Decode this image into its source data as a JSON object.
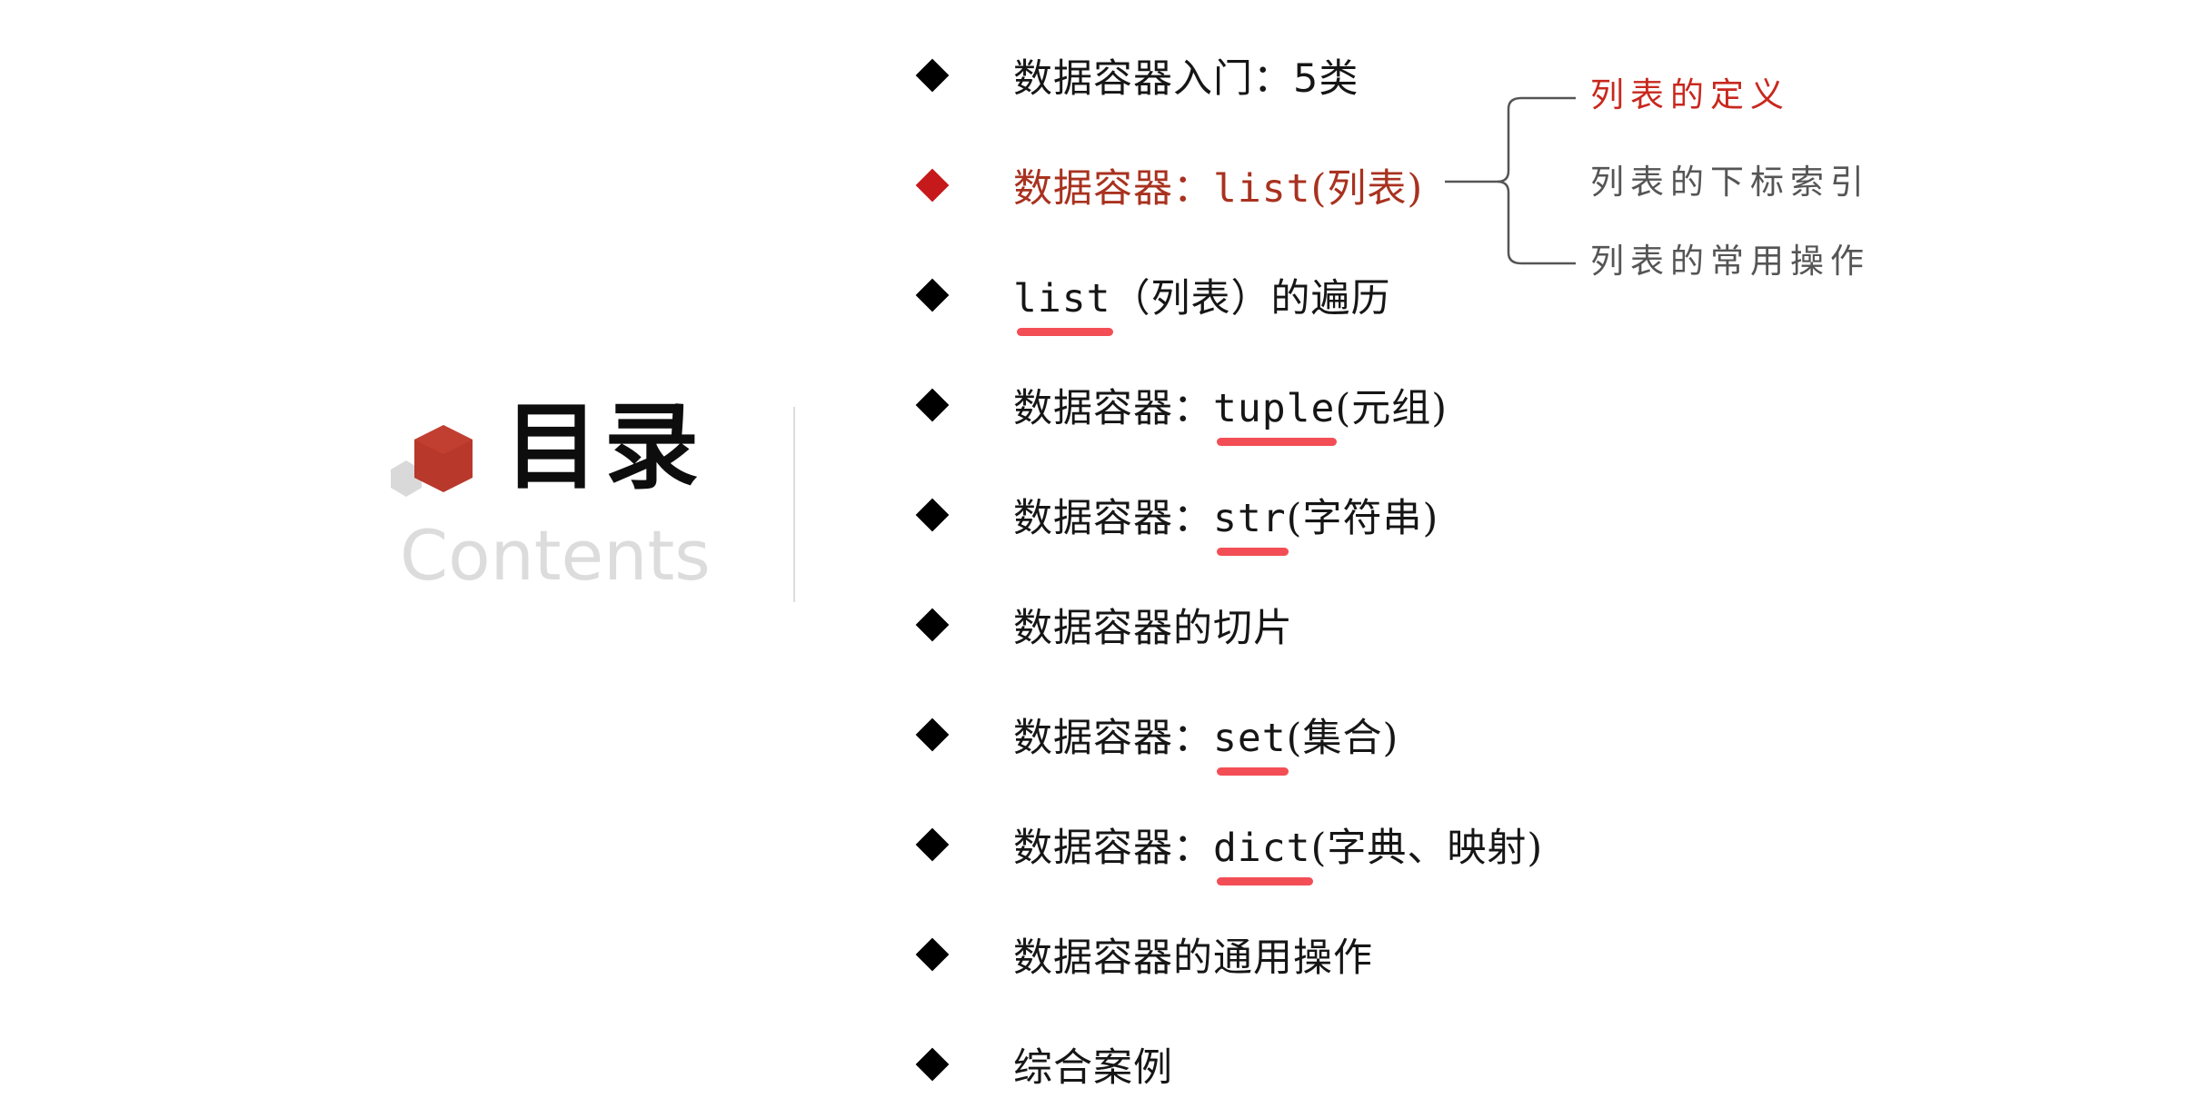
{
  "title": {
    "zh": "目录",
    "en": "Contents"
  },
  "toc": [
    {
      "prefix": "数据容器入门",
      "sep": "：",
      "code": "",
      "suffix": "",
      "tail": "5类",
      "active": false
    },
    {
      "prefix": "数据容器：",
      "code": "list",
      "suffix": "(列表)",
      "active": true
    },
    {
      "prefix": "",
      "code": "list",
      "suffix": "（列表）的遍历",
      "active": false
    },
    {
      "prefix": "数据容器：",
      "code": "tuple",
      "suffix": "(元组)",
      "active": false
    },
    {
      "prefix": "数据容器：",
      "code": "str",
      "suffix": "(字符串)",
      "active": false
    },
    {
      "prefix": "数据容器的切片",
      "code": "",
      "suffix": "",
      "active": false
    },
    {
      "prefix": "数据容器：",
      "code": "set",
      "suffix": "(集合)",
      "active": false
    },
    {
      "prefix": "数据容器：",
      "code": "dict",
      "suffix": "(字典、映射)",
      "active": false
    },
    {
      "prefix": "数据容器的通用操作",
      "code": "",
      "suffix": "",
      "active": false
    },
    {
      "prefix": "综合案例",
      "code": "",
      "suffix": "",
      "active": false
    }
  ],
  "subtopics": [
    {
      "label": "列表的定义",
      "highlight": true
    },
    {
      "label": "列表的下标索引",
      "highlight": false
    },
    {
      "label": "列表的常用操作",
      "highlight": false
    }
  ],
  "colors": {
    "accent_red": "#c6191b",
    "underline_red": "#f34e55",
    "active_text": "#a8321f",
    "logo_red": "#b8382b",
    "logo_gray": "#d9d9d9",
    "subtitle_gray": "#dcdcdc"
  }
}
